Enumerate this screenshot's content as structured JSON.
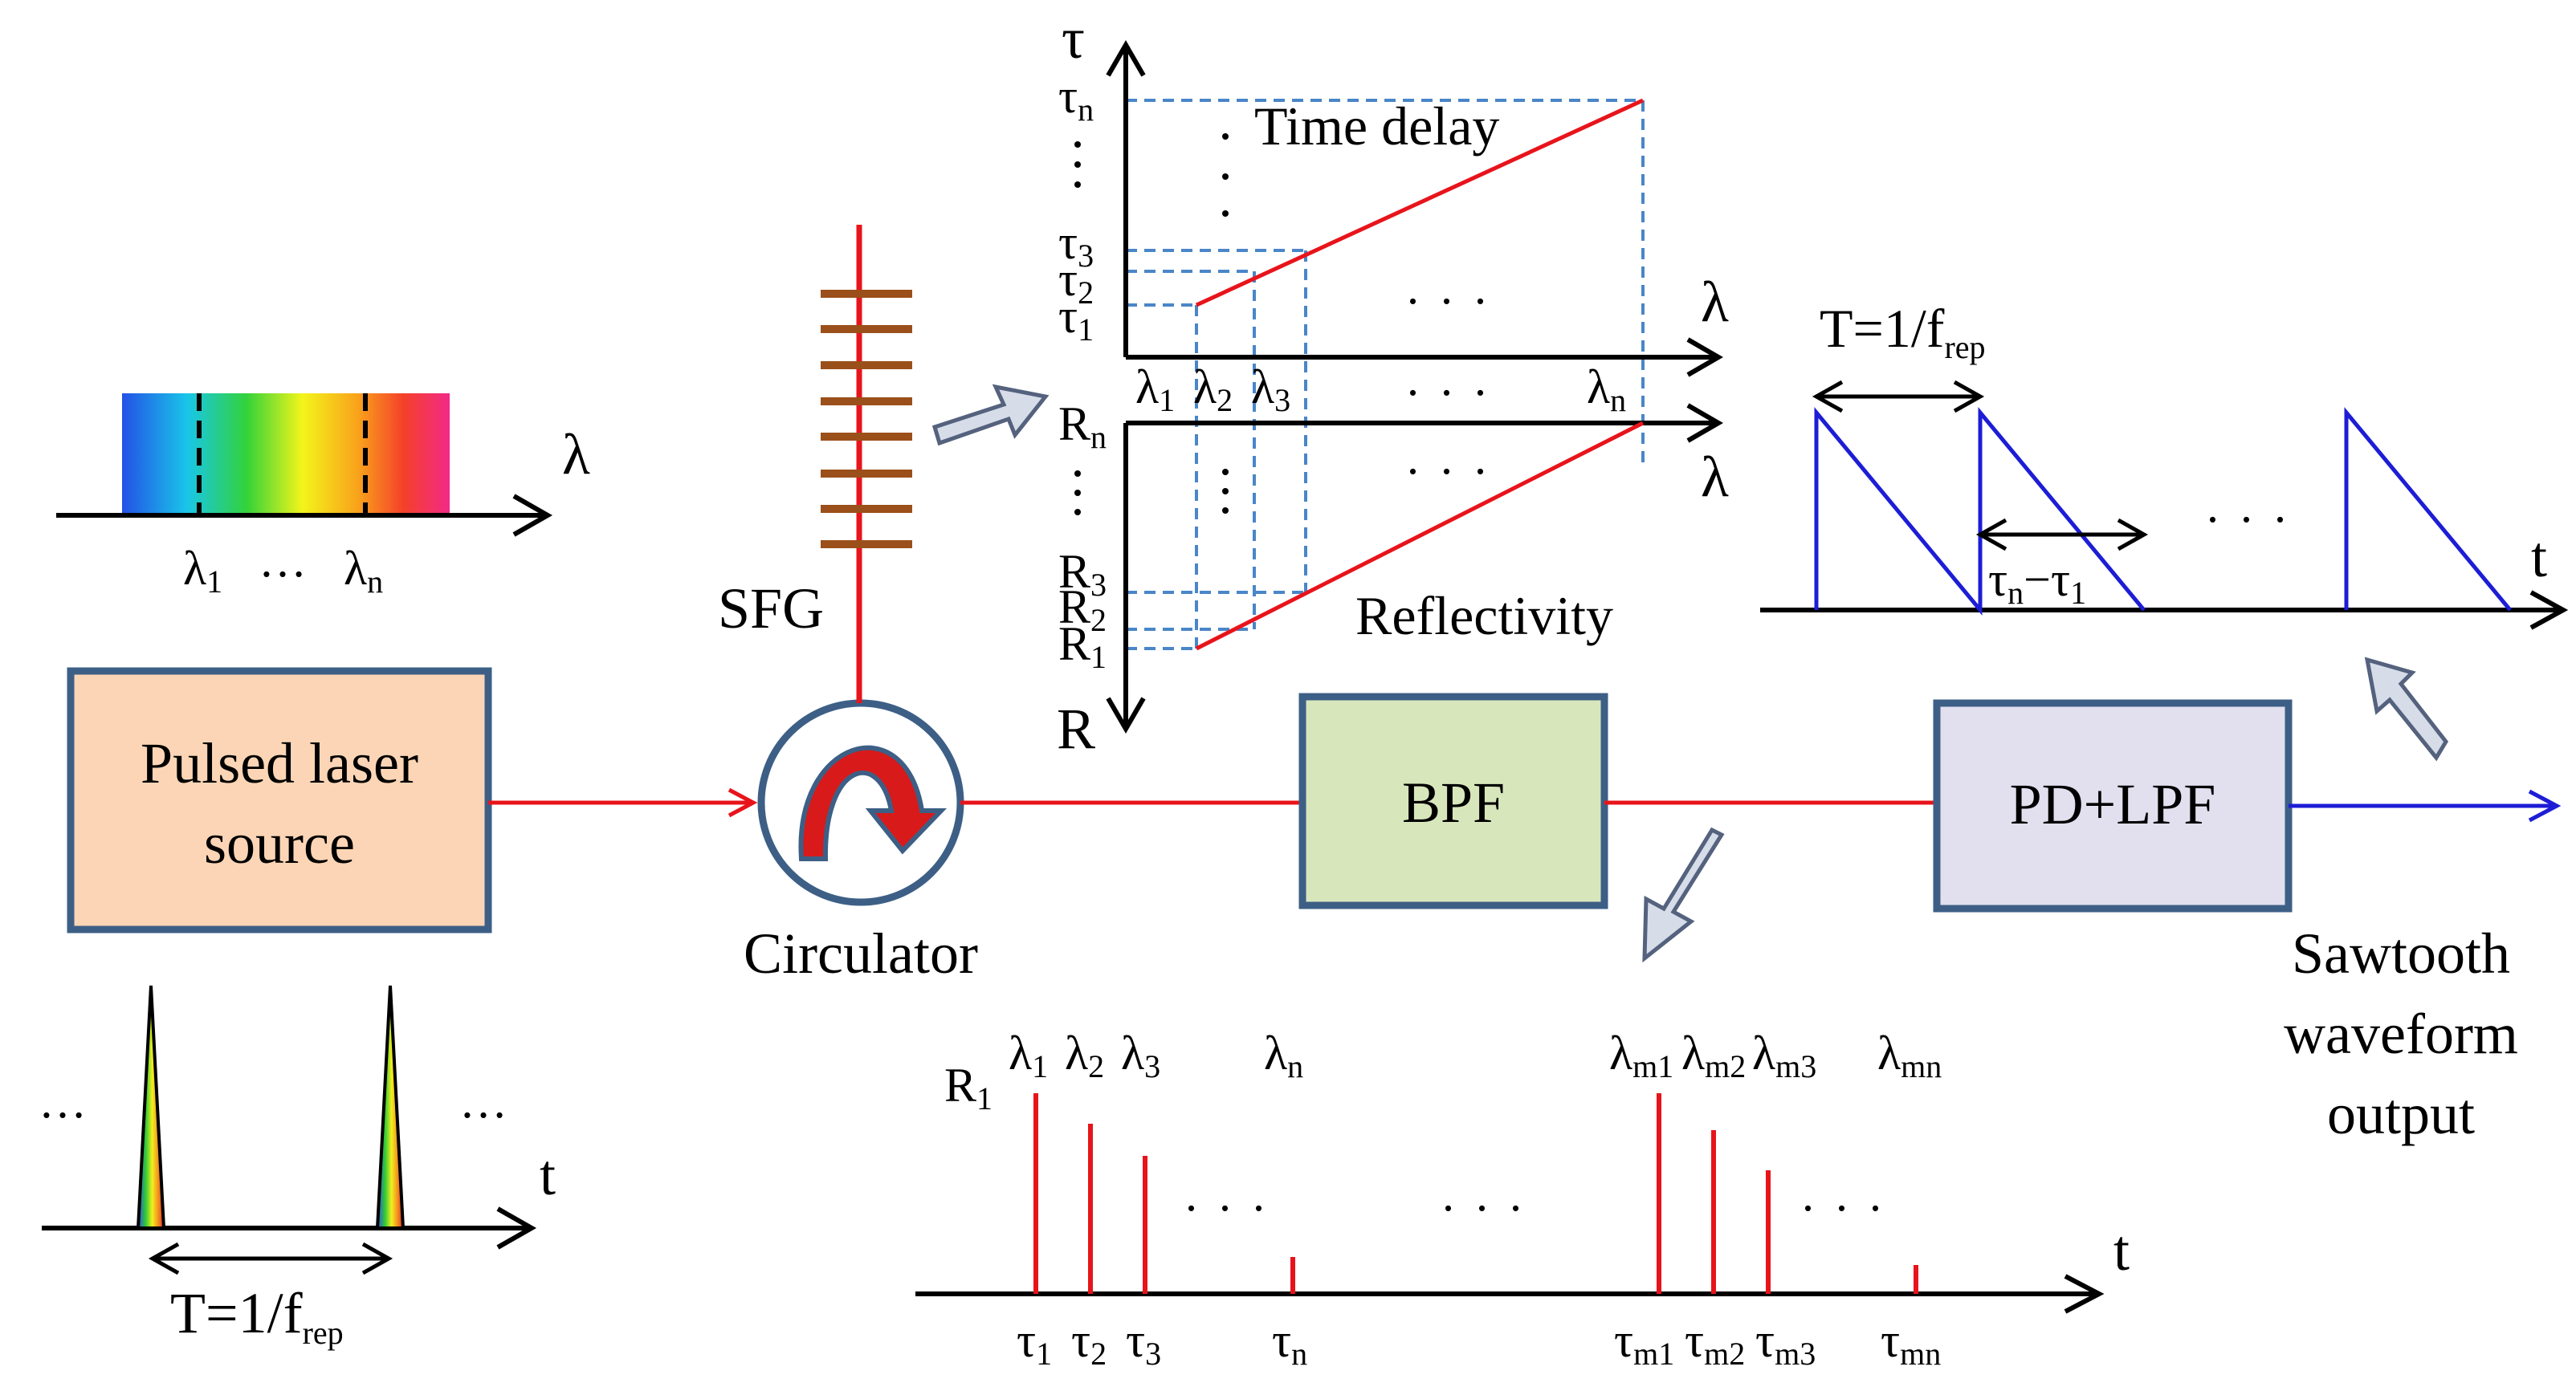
{
  "blocks": {
    "laser_line1": "Pulsed laser",
    "laser_line2": "source",
    "bpf": "BPF",
    "pd": "PD+LPF"
  },
  "labels": {
    "sfg": "SFG",
    "circulator": "Circulator",
    "time_delay": "Time delay",
    "reflectivity": "Reflectivity",
    "sawtooth_1": "Sawtooth",
    "sawtooth_2": "waveform",
    "sawtooth_3": "output"
  },
  "symbols": {
    "lambda": "λ",
    "tau": "τ",
    "t": "t",
    "R": "R",
    "ellipsis": "…",
    "dots3": ". . .",
    "period_prefix": "T=1/f",
    "period_sub": "rep",
    "delta_main": "τ",
    "delta_n": "n",
    "delta_minus": "−τ",
    "delta_1": "1",
    "sub_1": "1",
    "sub_2": "2",
    "sub_3": "3",
    "sub_n": "n",
    "sub_m1": "m1",
    "sub_m2": "m2",
    "sub_m3": "m3",
    "sub_mn": "mn"
  },
  "colors": {
    "optical_path": "#e8141b",
    "electrical_path": "#1d1dd6",
    "laser_fill": "#fbd5b5",
    "bpf_fill": "#d8e6bc",
    "pd_fill": "#e2dfee",
    "box_border": "#3d5f86",
    "dashed_guide": "#4a86c8",
    "grating": "#9b4f1a"
  }
}
